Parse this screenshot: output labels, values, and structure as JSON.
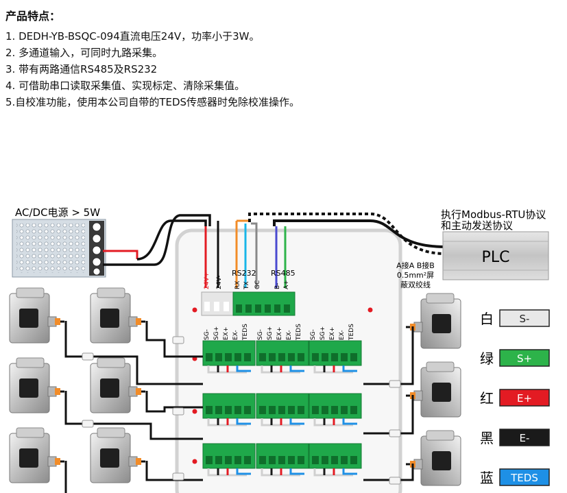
{
  "features": {
    "heading": "产品特点：",
    "items": [
      "1. DEDH-YB-BSQC-094直流电压24V，功率小于3W。",
      "2. 多通道输入，可同时九路采集。",
      "3. 带有两路通信RS485及RS232",
      "4. 可借助串口读取采集值、实现标定、清除采集值。",
      "5.自校准功能，使用本公司自带的TEDS传感器时免除校准操作。"
    ]
  },
  "power_supply": {
    "label": "AC/DC电源 > 5W"
  },
  "plc": {
    "label": "PLC",
    "protocol_line1": "执行Modbus-RTU协议",
    "protocol_line2": "和主动发送协议",
    "cable_line1": "A接A  B接B",
    "cable_line2": "0.5mm²屏",
    "cable_line3": "蔽双绞线"
  },
  "terminals": {
    "power": [
      "24V+",
      "24V-"
    ],
    "rs232_title": "RS232",
    "rs232": [
      "RX",
      "TX",
      "GC"
    ],
    "rs485_title": "RS485",
    "rs485": [
      "B-",
      "A+"
    ],
    "channel": [
      "SG-",
      "SG+",
      "EX+",
      "EX-",
      "TEDS"
    ]
  },
  "legend": [
    {
      "cn": "白",
      "code": "S-",
      "color": "#e8e8e8",
      "text_color": "#222222"
    },
    {
      "cn": "绿",
      "code": "S+",
      "color": "#2db34a",
      "text_color": "#ffffff"
    },
    {
      "cn": "红",
      "code": "E+",
      "color": "#e31b23",
      "text_color": "#ffffff"
    },
    {
      "cn": "黑",
      "code": "E-",
      "color": "#1a1a1a",
      "text_color": "#ffffff"
    },
    {
      "cn": "蓝",
      "code": "TEDS",
      "color": "#1e90e6",
      "text_color": "#ffffff"
    }
  ],
  "colors": {
    "terminal_green": "#1fa84a",
    "wire_red": "#e31b23",
    "wire_blue": "#1e90e6",
    "wire_orange": "#f28c28",
    "wire_cyan": "#19b6e8",
    "wire_gray": "#888888",
    "wire_purple": "#4a4ad0",
    "wire_green": "#2db34a"
  }
}
